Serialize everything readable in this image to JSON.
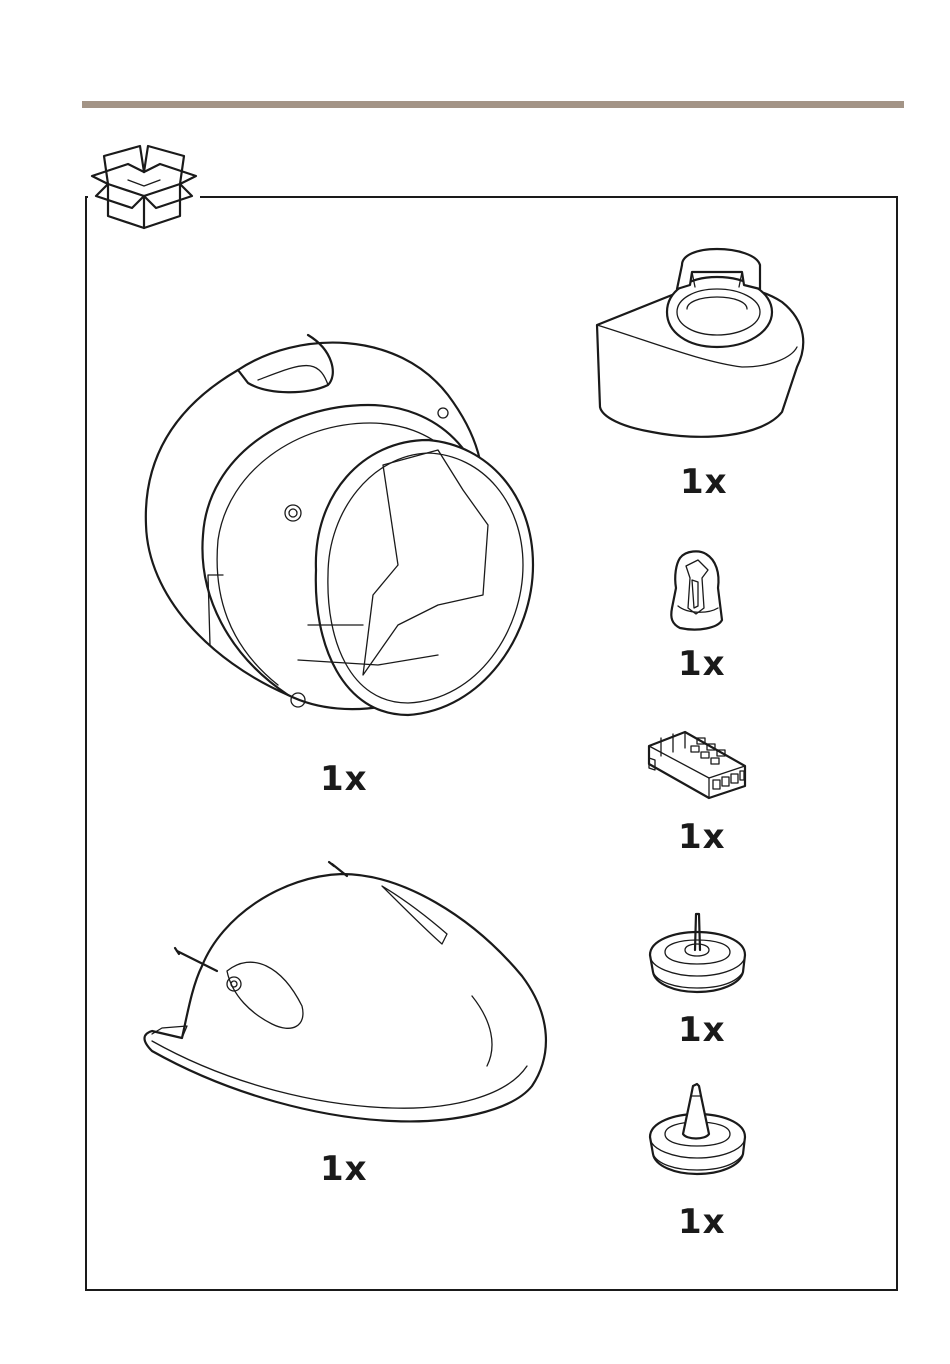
{
  "page": {
    "accent_color": "#a39486",
    "line_color": "#1a1a1a"
  },
  "box_icon": {
    "icon": "package-box-icon"
  },
  "items": [
    {
      "id": "dome-camera",
      "quantity": "1x"
    },
    {
      "id": "weather-shield",
      "quantity": "1x"
    },
    {
      "id": "cable-gasket-holder",
      "quantity": "1x"
    },
    {
      "id": "cable-clip",
      "quantity": "1x"
    },
    {
      "id": "terminal-block-connector",
      "quantity": "1x"
    },
    {
      "id": "cable-gasket-small",
      "quantity": "1x"
    },
    {
      "id": "cable-gasket-large",
      "quantity": "1x"
    }
  ]
}
